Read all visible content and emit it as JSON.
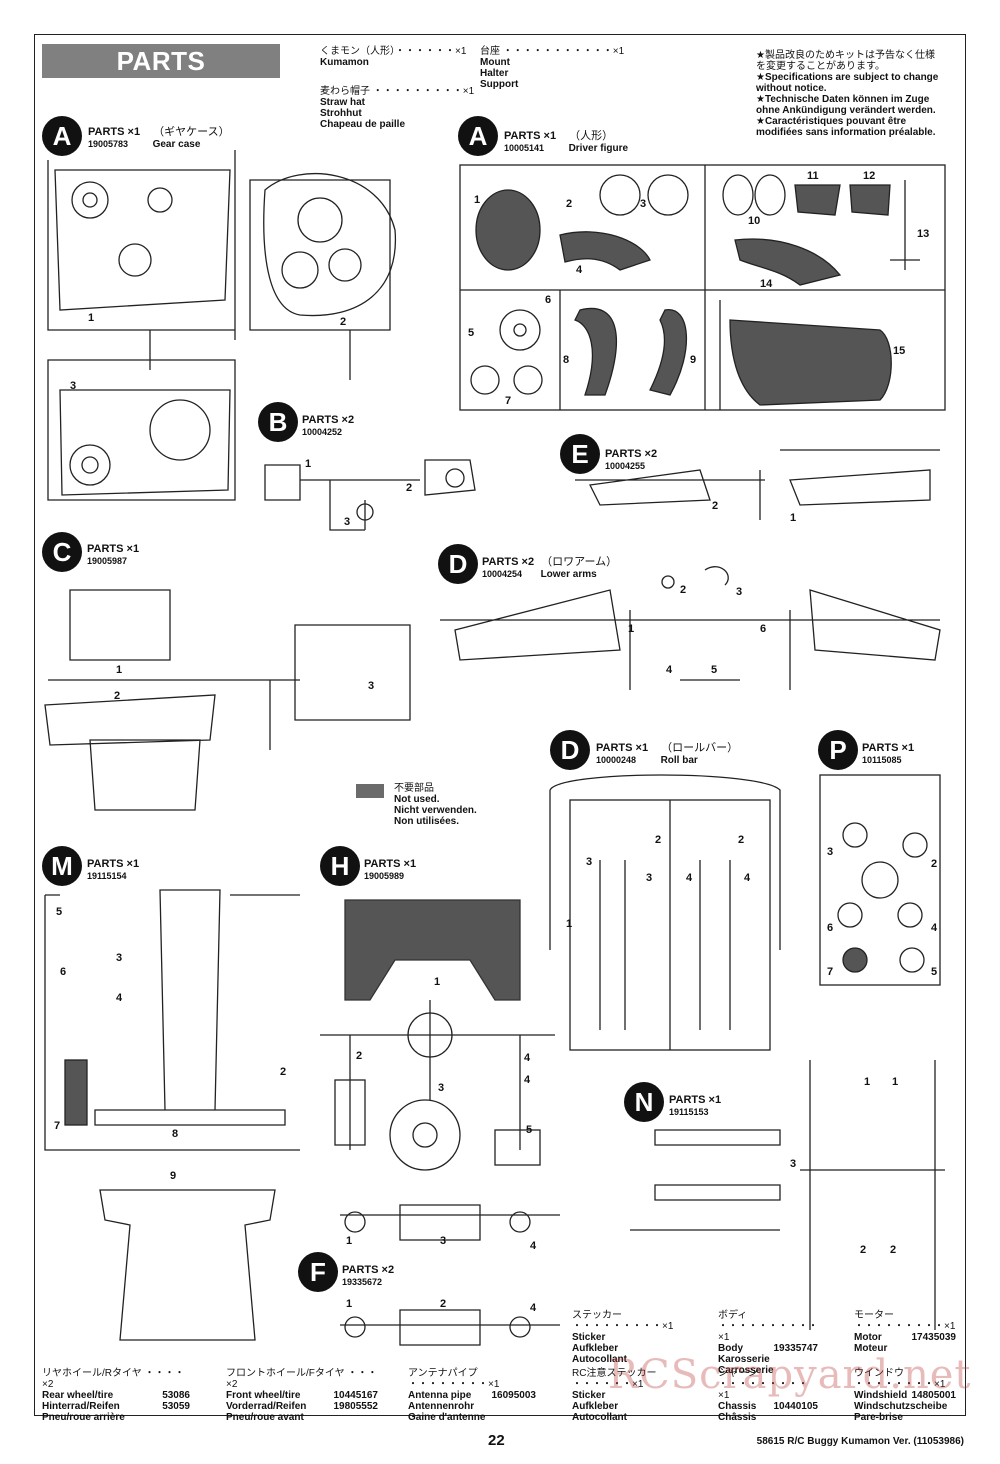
{
  "header": {
    "title": "PARTS",
    "kumamon": {
      "jp": "くまモン（人形）・・・・・・×1",
      "en": "Kumamon"
    },
    "straw_hat": {
      "jp": "麦わら帽子 ・・・・・・・・・×1",
      "lines": [
        "Straw hat",
        "Strohhut",
        "Chapeau de paille"
      ]
    },
    "mount": {
      "jp": "台座 ・・・・・・・・・・・×1",
      "lines": [
        "Mount",
        "Halter",
        "Support"
      ]
    },
    "notice": {
      "jp": [
        "★製品改良のためキットは予告なく仕様",
        "を変更することがあります。"
      ],
      "en": [
        "★Specifications are subject to change",
        "without notice."
      ],
      "de": [
        "★Technische Daten können im Zuge",
        "ohne Ankündigung verändert werden."
      ],
      "fr": [
        "★Caractéristiques pouvant être",
        "modifiées sans information préalable."
      ]
    }
  },
  "blocks": {
    "A_gear": {
      "letter": "A",
      "label": "PARTS ×1",
      "jp": "（ギヤケース）",
      "code": "19005783",
      "name": "Gear case"
    },
    "A_driver": {
      "letter": "A",
      "label": "PARTS ×1",
      "jp": "（人形）",
      "code": "10005141",
      "name": "Driver figure"
    },
    "B": {
      "letter": "B",
      "label": "PARTS ×2",
      "code": "10004252"
    },
    "E": {
      "letter": "E",
      "label": "PARTS ×2",
      "code": "10004255"
    },
    "C": {
      "letter": "C",
      "label": "PARTS ×1",
      "code": "19005987"
    },
    "D_lower": {
      "letter": "D",
      "label": "PARTS ×2",
      "jp": "（ロワアーム）",
      "code": "10004254",
      "name": "Lower arms"
    },
    "D_roll": {
      "letter": "D",
      "label": "PARTS ×1",
      "jp": "（ロールバー）",
      "code": "10000248",
      "name": "Roll bar"
    },
    "P": {
      "letter": "P",
      "label": "PARTS ×1",
      "code": "10115085"
    },
    "M": {
      "letter": "M",
      "label": "PARTS ×1",
      "code": "19115154"
    },
    "H": {
      "letter": "H",
      "label": "PARTS ×1",
      "code": "19005989"
    },
    "N": {
      "letter": "N",
      "label": "PARTS ×1",
      "code": "19115153"
    },
    "F": {
      "letter": "F",
      "label": "PARTS ×2",
      "code": "19335672"
    }
  },
  "not_used": {
    "jp": "不要部品",
    "lines": [
      "Not used.",
      "Nicht verwenden.",
      "Non utilisées."
    ]
  },
  "bottom": {
    "rear_wheel": {
      "jp": "リヤホイール/Rタイヤ ・・・・×2",
      "rows": [
        [
          "Rear wheel/tire",
          "53086"
        ],
        [
          "Hinterrad/Reifen",
          "53059"
        ],
        [
          "Pneu/roue arrière",
          ""
        ]
      ]
    },
    "front_wheel": {
      "jp": "フロントホイール/Fタイヤ ・・・×2",
      "rows": [
        [
          "Front wheel/tire",
          "10445167"
        ],
        [
          "Vorderrad/Reifen",
          "19805552"
        ],
        [
          "Pneu/roue avant",
          ""
        ]
      ]
    },
    "antenna": {
      "jp": "アンテナパイプ ・・・・・・・・×1",
      "rows": [
        [
          "Antenna pipe",
          "16095003"
        ],
        [
          "Antennenrohr",
          ""
        ],
        [
          "Gaine d'antenne",
          ""
        ]
      ]
    },
    "rc_sticker": {
      "jp": "RC注意ステッカー ・・・・・・×1",
      "rows": [
        [
          "Sticker",
          ""
        ],
        [
          "Aufkleber",
          ""
        ],
        [
          "Autocollant",
          ""
        ]
      ]
    },
    "sticker": {
      "jp": "ステッカー ・・・・・・・・・×1",
      "rows": [
        [
          "Sticker",
          ""
        ],
        [
          "Aufkleber",
          ""
        ],
        [
          "Autocollant",
          ""
        ]
      ]
    },
    "body": {
      "jp": "ボディ ・・・・・・・・・・×1",
      "rows": [
        [
          "Body",
          "19335747"
        ],
        [
          "Karosserie",
          ""
        ],
        [
          "Carrosserie",
          ""
        ]
      ]
    },
    "chassis": {
      "jp": "シャーシ ・・・・・・・・・×1",
      "rows": [
        [
          "Chassis",
          "10440105"
        ],
        [
          "Châssis",
          ""
        ]
      ]
    },
    "motor": {
      "jp": "モーター ・・・・・・・・・×1",
      "rows": [
        [
          "Motor",
          "17435039"
        ],
        [
          "Moteur",
          ""
        ]
      ]
    },
    "window": {
      "jp": "ウインドウ ・・・・・・・・×1",
      "rows": [
        [
          "Windshield",
          "14805001"
        ],
        [
          "Windschutzscheibe",
          ""
        ],
        [
          "Pare-brise",
          ""
        ]
      ]
    }
  },
  "footer": {
    "page": "22",
    "model": "58615 R/C Buggy Kumamon Ver. (11053986)"
  },
  "watermark": "RCScrapyard.net",
  "part_numbers": {
    "A_gear": [
      "1",
      "2",
      "3"
    ],
    "A_driver": [
      "1",
      "2",
      "3",
      "4",
      "5",
      "6",
      "7",
      "8",
      "9",
      "10",
      "11",
      "12",
      "13",
      "14",
      "15"
    ],
    "B": [
      "1",
      "2",
      "3"
    ],
    "E": [
      "2",
      "1"
    ],
    "C": [
      "1",
      "2",
      "3"
    ],
    "D_lower": [
      "2",
      "3",
      "1",
      "6",
      "4",
      "5"
    ],
    "D_roll": [
      "2",
      "2",
      "3",
      "3",
      "4",
      "4",
      "1"
    ],
    "P": [
      "3",
      "2",
      "6",
      "4",
      "7",
      "5"
    ],
    "M": [
      "5",
      "3",
      "6",
      "4",
      "7",
      "8",
      "2",
      "9"
    ],
    "H": [
      "1",
      "2",
      "3",
      "4",
      "4",
      "5"
    ],
    "N": [
      "3",
      "1",
      "1",
      "2",
      "2"
    ],
    "F": [
      "1",
      "3",
      "4",
      "1",
      "2",
      "4"
    ]
  }
}
